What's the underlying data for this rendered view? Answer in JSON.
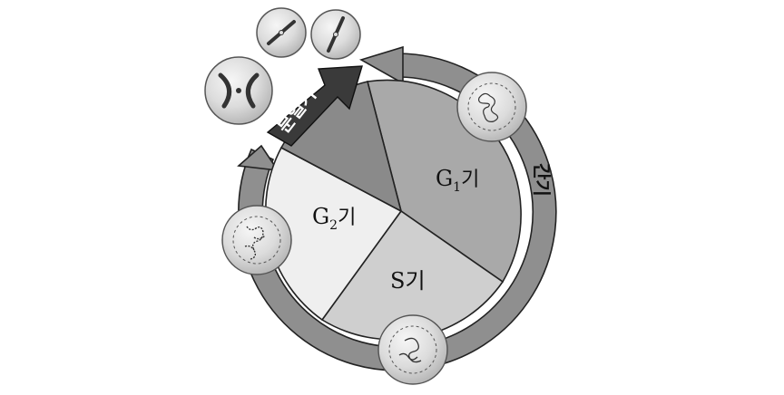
{
  "phases": {
    "g1": {
      "main": "G",
      "sub": "1",
      "suffix": "기"
    },
    "g2": {
      "main": "G",
      "sub": "2",
      "suffix": "기"
    },
    "s": {
      "label": "S기"
    }
  },
  "arcs": {
    "mitosis_label": "분열기",
    "interphase_label": "간기"
  },
  "colors": {
    "g1_sector": "#a9a9a9",
    "s_sector": "#cfcfcf",
    "g2_sector": "#efefef",
    "m_sector": "#8a8a8a",
    "ring": "#8f8f8f",
    "mitosis_arrow": "#3a3a3a"
  }
}
